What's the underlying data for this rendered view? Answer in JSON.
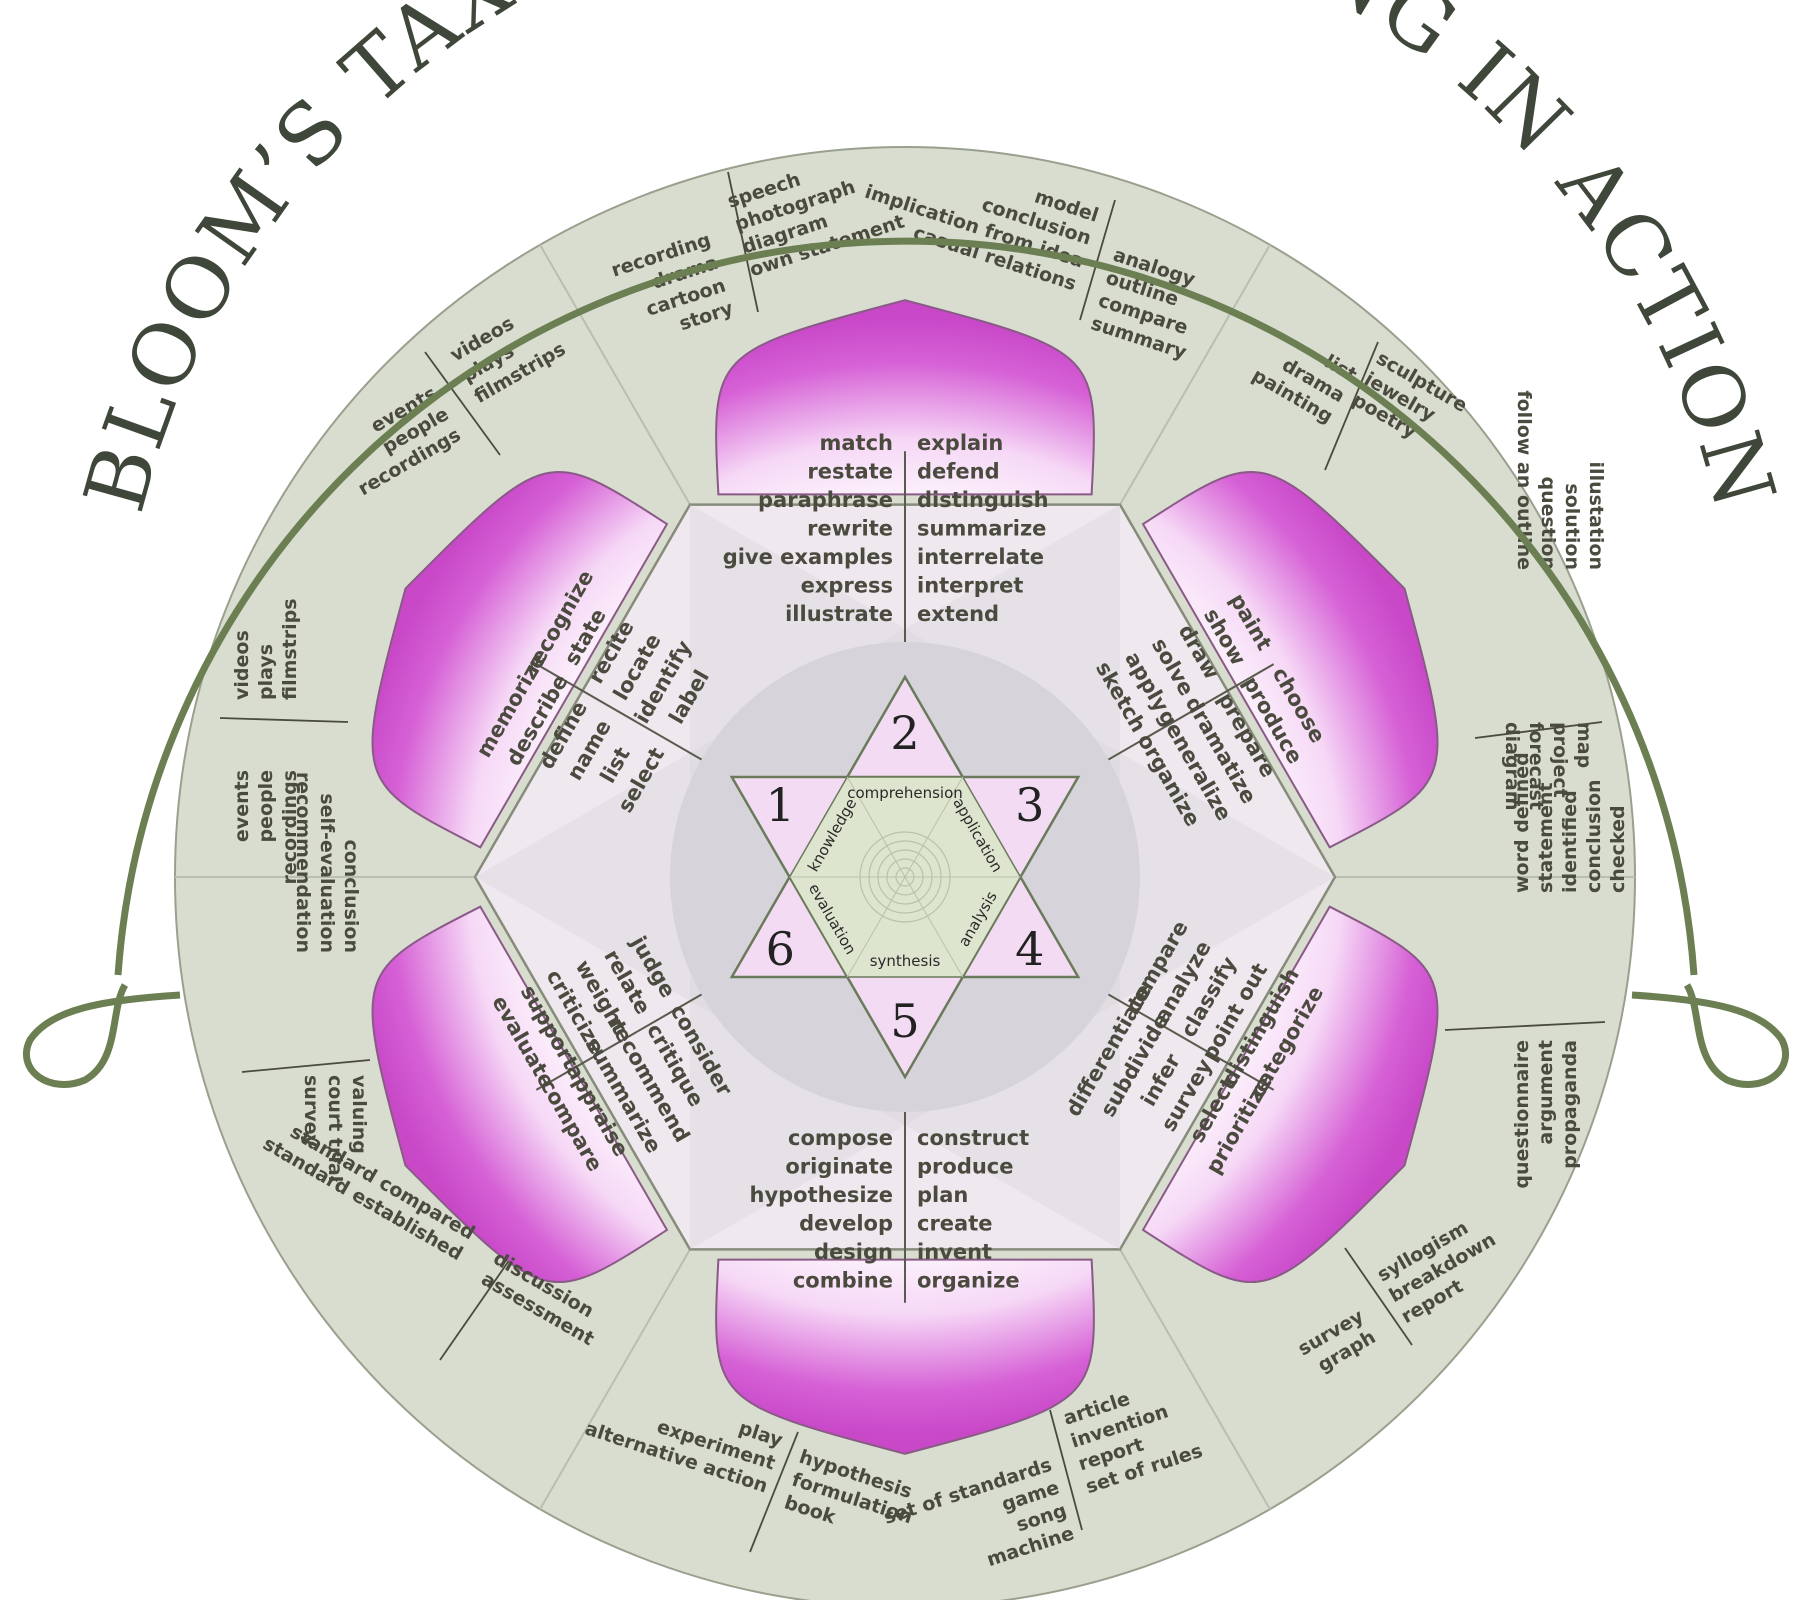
{
  "title": "BLOOM’S TAXONOMY - LEARNING IN ACTION",
  "colors": {
    "arc": "#6b7f52",
    "outer_ring": "#d8ddd0",
    "divider": "#b8bfb0",
    "hexagon_fill": "#efe8ef",
    "hexagon_stroke": "#868c7a",
    "petal_edge": "#d25bd2",
    "petal_stroke": "#8a5a86",
    "center_disc": "#d6d4da",
    "star_point": "#f3dcf3",
    "star_center": "#dde5cf",
    "text": "#4a4a3e"
  },
  "levels": [
    {
      "number": "1",
      "name": "knowledge",
      "verbs_outer": [
        "label",
        "identify",
        "locate",
        "recite",
        "state",
        "recognize"
      ],
      "verbs_inner": [
        "select",
        "list",
        "name",
        "define",
        "describe",
        "memorize"
      ],
      "products_a": [
        "events",
        "people",
        "recordings"
      ],
      "products_b": [
        "videos",
        "plays",
        "filmstrips"
      ]
    },
    {
      "number": "2",
      "name": "comprehension",
      "verbs_left": [
        "match",
        "restate",
        "paraphrase",
        "rewrite",
        "give examples",
        "express",
        "illustrate"
      ],
      "verbs_right": [
        "explain",
        "defend",
        "distinguish",
        "summarize",
        "interrelate",
        "interpret",
        "extend"
      ],
      "products_a": [
        "recording",
        "drama",
        "cartoon",
        "story"
      ],
      "products_b": [
        "speech",
        "photograph",
        "diagram",
        "own statement"
      ],
      "products_c": [
        "model",
        "conclusion",
        "implication from idea",
        "casual relations"
      ],
      "products_d": [
        "analogy",
        "outline",
        "compare",
        "summary"
      ]
    },
    {
      "number": "3",
      "name": "application",
      "verbs_outer": [
        "organize",
        "generalize",
        "dramatize",
        "prepare",
        "produce",
        "choose"
      ],
      "verbs_inner": [
        "sketch",
        "apply",
        "solve",
        "draw",
        "show",
        "paint"
      ],
      "products_a": [
        "list",
        "drama",
        "painting"
      ],
      "products_b": [
        "sculpture",
        "jewelry",
        "poetry"
      ],
      "products_c": [
        "illustation",
        "solution",
        "question",
        "follow an outline"
      ],
      "products_d": [
        "map",
        "project",
        "forecast",
        "diagram"
      ]
    },
    {
      "number": "4",
      "name": "analysis",
      "verbs_outer": [
        "differentiate",
        "subdivide",
        "infer",
        "survey",
        "select",
        "prioritize"
      ],
      "verbs_inner": [
        "compare",
        "analyze",
        "classify",
        "point out",
        "distinguish",
        "categorize"
      ],
      "products_a": [
        "word defined",
        "statement",
        "identified",
        "conclusion",
        "checked"
      ],
      "products_b": [
        "questionnaire",
        "argument",
        "propaganda"
      ],
      "products_c": [
        "survey",
        "graph"
      ],
      "products_d": [
        "syllogism",
        "breakdown",
        "report"
      ]
    },
    {
      "number": "5",
      "name": "synthesis",
      "verbs_left": [
        "compose",
        "originate",
        "hypothesize",
        "develop",
        "design",
        "combine"
      ],
      "verbs_right": [
        "construct",
        "produce",
        "plan",
        "create",
        "invent",
        "organize"
      ],
      "products_a": [
        "play",
        "experiment",
        "alternative action"
      ],
      "products_b": [
        "hypothesis",
        "formulation",
        "book"
      ],
      "products_c": [
        "set of standards",
        "game",
        "song",
        "machine"
      ],
      "products_d": [
        "article",
        "invention",
        "report",
        "set of rules"
      ]
    },
    {
      "number": "6",
      "name": "evaluation",
      "verbs_outer": [
        "judge",
        "relate",
        "weight",
        "criticize",
        "support",
        "evaluate"
      ],
      "verbs_inner": [
        "consider",
        "critique",
        "recommend",
        "summarize",
        "appraise",
        "compare"
      ],
      "products_a": [
        "conclusion",
        "self-evaluation",
        "recommendation"
      ],
      "products_b": [
        "valuing",
        "court trial",
        "survey"
      ],
      "products_c": [
        "standard compared",
        "standard established"
      ],
      "products_d": [
        "discussion",
        "assessment"
      ]
    }
  ]
}
